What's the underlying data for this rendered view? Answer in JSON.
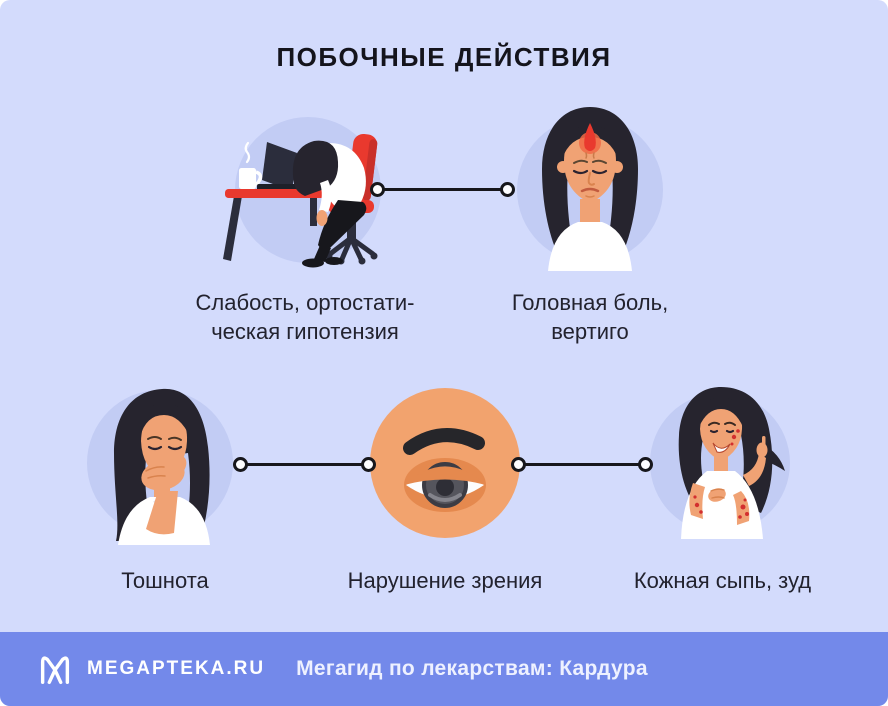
{
  "title": "ПОБОЧНЫЕ ДЕЙСТВИЯ",
  "side_effects": [
    {
      "label_line1": "Слабость, ортостати-",
      "label_line2": "ческая гипотензия",
      "icon": "tired-person-at-desk-icon"
    },
    {
      "label_line1": "Головная боль,",
      "label_line2": "вертиго",
      "icon": "woman-with-headache-icon"
    },
    {
      "label": "Тошнота",
      "icon": "woman-nausea-icon"
    },
    {
      "label": "Нарушение зрения",
      "icon": "droopy-eye-icon"
    },
    {
      "label": "Кожная сыпь, зуд",
      "icon": "woman-skin-rash-icon"
    }
  ],
  "footer": {
    "brand": "MEGAPTEKA.RU",
    "tagline": "Мегагид по лекарствам: Кардура",
    "logo": "megapteka-m-logo"
  },
  "colors": {
    "background": "#d3dbfc",
    "circle": "#c2ccf4",
    "accent_red": "#e9392e",
    "skin": "#f0a274",
    "eye_circle": "#f2a36e",
    "footer": "#7389ea",
    "text": "#1b1b26",
    "footer_text": "#ffffff"
  }
}
